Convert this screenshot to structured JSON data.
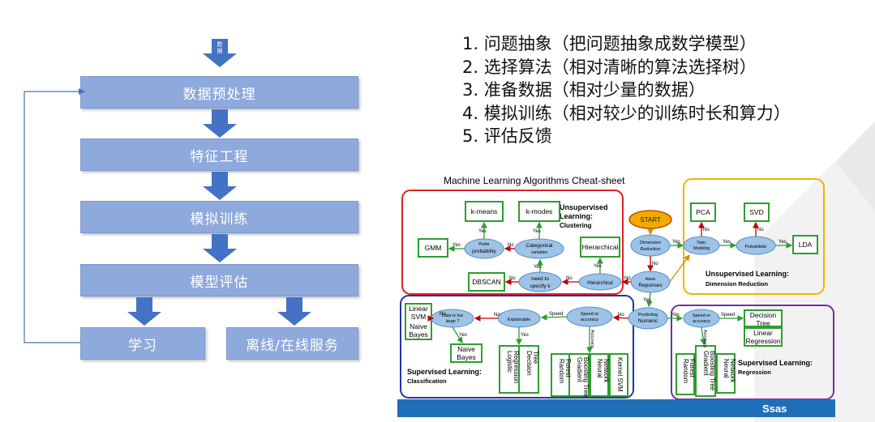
{
  "flow": {
    "input_label": "数\n据",
    "steps": [
      "数据预处理",
      "特征工程",
      "模拟训练",
      "模型评估"
    ],
    "outputs": [
      "学习",
      "离线/在线服务"
    ]
  },
  "list": [
    "1.  问题抽象（把问题抽象成数学模型）",
    "2.  选择算法（相对清晰的算法选择树）",
    "3.  准备数据（相对少量的数据）",
    "4.  模拟训练（相对较少的训练时长和算力）",
    "5.  评估反馈"
  ],
  "cheatsheet": {
    "title": "Machine Learning Algorithms Cheat-sheet",
    "start": "START",
    "unsup_clustering": "Unsupervised Learning: Clustering",
    "unsup_dim": "Unsupervised Learning: Dimension Reduction",
    "sup_class": "Supervised Learning: Classification",
    "sup_reg": "Supervised Learning: Regression",
    "nodes": {
      "kmeans": "k-means",
      "kmodes": "k-modes",
      "gmm": "GMM",
      "dbscan": "DBSCAN",
      "hier": "Hierarchical",
      "pca": "PCA",
      "svd": "SVD",
      "lda": "LDA",
      "linear_svm": "Linear SVM",
      "naive_bayes1": "Naive Bayes",
      "naive_bayes2": "Naive Bayes",
      "logistic": "Logistic Regression",
      "dtree1": "Decision Tree",
      "rforest1": "Random Forest",
      "gbt1": "Gradient Boosting Tree",
      "nn1": "Neural Network",
      "ksvm": "Kernel SVM",
      "dtree2": "Decision Tree",
      "linreg": "Linear Regression",
      "rforest2": "Random Forest",
      "gbt2": "Gradient Boosting Tree",
      "nn2": "Neural Network"
    },
    "decisions": {
      "categorical": "Categorical variables",
      "prefer_prob": "Prefer probability",
      "need_k": "need to specify k",
      "hierarchical_q": "Hierarchical",
      "dim_red": "Dimension Reduction",
      "topic": "Topic Modeling",
      "probabilistic": "Probabilistic",
      "have_resp": "Have Reponses",
      "predicting": "Predicting Numeric",
      "speed_acc1": "Speed or accuracy",
      "speed_acc2": "Speed or accuracy",
      "explainable": "Explainable",
      "data_large": "Data is too large ?"
    },
    "edge_labels": {
      "yes": "Yes",
      "no": "No",
      "speed": "Speed",
      "accuracy": "Accuracy"
    },
    "logo": "sas"
  }
}
